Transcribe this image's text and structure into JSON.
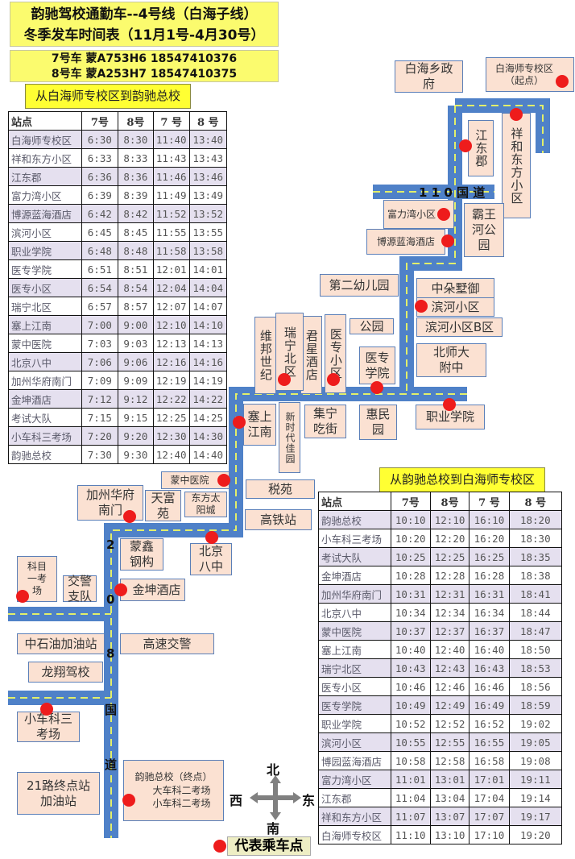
{
  "header": {
    "title_line1": "韵驰驾校通勤车--4号线（白海子线）",
    "title_line2": "冬季发车时间表（11月1号-4月30号）",
    "bus7": "7号车 蒙A753H6  18547410376",
    "bus8": "8号车 蒙A253H7  18547410375"
  },
  "outbound": {
    "label": "从白海师专校区到韵驰总校",
    "headers": [
      "站点",
      "7号",
      "8号",
      "7 号",
      "8 号"
    ],
    "rows": [
      [
        "白海师专校区",
        "6:30",
        "8:30",
        "11:40",
        "13:40"
      ],
      [
        "祥和东方小区",
        "6:33",
        "8:33",
        "11:43",
        "13:43"
      ],
      [
        "江东郡",
        "6:36",
        "8:36",
        "11:46",
        "13:46"
      ],
      [
        "富力湾小区",
        "6:39",
        "8:39",
        "11:49",
        "13:49"
      ],
      [
        "博源蓝海酒店",
        "6:42",
        "8:42",
        "11:52",
        "13:52"
      ],
      [
        "滨河小区",
        "6:45",
        "8:45",
        "11:55",
        "13:55"
      ],
      [
        "职业学院",
        "6:48",
        "8:48",
        "11:58",
        "13:58"
      ],
      [
        "医专学院",
        "6:51",
        "8:51",
        "12:01",
        "14:01"
      ],
      [
        "医专小区",
        "6:54",
        "8:54",
        "12:04",
        "14:04"
      ],
      [
        "瑞宁北区",
        "6:57",
        "8:57",
        "12:07",
        "14:07"
      ],
      [
        "塞上江南",
        "7:00",
        "9:00",
        "12:10",
        "14:10"
      ],
      [
        "蒙中医院",
        "7:03",
        "9:03",
        "12:13",
        "14:13"
      ],
      [
        "北京八中",
        "7:06",
        "9:06",
        "12:16",
        "14:16"
      ],
      [
        "加州华府南门",
        "7:09",
        "9:09",
        "12:19",
        "14:19"
      ],
      [
        "金坤酒店",
        "7:12",
        "9:12",
        "12:22",
        "14:22"
      ],
      [
        "考试大队",
        "7:15",
        "9:15",
        "12:25",
        "14:25"
      ],
      [
        "小车科三考场",
        "7:20",
        "9:20",
        "12:30",
        "14:30"
      ],
      [
        "韵驰总校",
        "7:30",
        "9:30",
        "12:40",
        "14:40"
      ]
    ]
  },
  "inbound": {
    "label": "从韵驰总校到白海师专校区",
    "headers": [
      "站点",
      "7号",
      "8号",
      "7 号",
      "8 号"
    ],
    "rows": [
      [
        "韵驰总校",
        "10:10",
        "12:10",
        "16:10",
        "18:20"
      ],
      [
        "小车科三考场",
        "10:20",
        "12:20",
        "16:20",
        "18:30"
      ],
      [
        "考试大队",
        "10:25",
        "12:25",
        "16:25",
        "18:35"
      ],
      [
        "金坤酒店",
        "10:28",
        "12:28",
        "16:28",
        "18:38"
      ],
      [
        "加州华府南门",
        "10:31",
        "12:31",
        "16:31",
        "18:41"
      ],
      [
        "北京八中",
        "10:34",
        "12:34",
        "16:34",
        "18:44"
      ],
      [
        "蒙中医院",
        "10:37",
        "12:37",
        "16:37",
        "18:47"
      ],
      [
        "塞上江南",
        "10:40",
        "12:40",
        "16:40",
        "18:50"
      ],
      [
        "瑞宁北区",
        "10:43",
        "12:43",
        "16:43",
        "18:53"
      ],
      [
        "医专小区",
        "10:46",
        "12:46",
        "16:46",
        "18:56"
      ],
      [
        "医专学院",
        "10:49",
        "12:49",
        "16:49",
        "18:59"
      ],
      [
        "职业学院",
        "10:52",
        "12:52",
        "16:52",
        "19:02"
      ],
      [
        "滨河小区",
        "10:55",
        "12:55",
        "16:55",
        "19:05"
      ],
      [
        "博园蓝海酒店",
        "10:58",
        "12:58",
        "16:58",
        "19:08"
      ],
      [
        "富力湾小区",
        "11:01",
        "13:01",
        "17:01",
        "19:11"
      ],
      [
        "江东郡",
        "11:04",
        "13:04",
        "17:04",
        "19:14"
      ],
      [
        "祥和东方小区",
        "11:07",
        "13:07",
        "17:07",
        "19:17"
      ],
      [
        "白海师专校区",
        "11:10",
        "13:10",
        "17:10",
        "19:20"
      ]
    ]
  },
  "map": {
    "road_110": "1 1 0  国 道",
    "road_208": [
      "2",
      "0",
      "8",
      "国",
      "道"
    ],
    "labels": {
      "baihai_gov": "白海乡政府",
      "start": "白海师专校区\n（起点）",
      "jiangdongjun": "江东郡",
      "xianghe": "祥和东方小区",
      "fuliwan": "富力湾小区",
      "boyuan": "博源蓝海酒店",
      "bawanghe": "霸王河公园",
      "kindergarten": "第二幼儿园",
      "zhongduo": "中朵墅御",
      "binhe": "滨河小区",
      "binhe_b": "滨河小区B区",
      "bsd_fuzhong": "北师大附中",
      "park": "公园",
      "yizhuan_xueyuan": "医专学院",
      "yizhuan_xiaoqu": "医专小区",
      "junxing": "君星酒店",
      "ruining": "瑞宁北区",
      "weibang": "维邦世纪",
      "zhiye": "职业学院",
      "huimin": "惠民园",
      "jining": "集宁吃街",
      "xinshidai": "新时代佳园",
      "saishang": "塞上江南",
      "shuiyuan": "税苑",
      "gaotie": "高铁站",
      "mengzhong": "蒙中医院",
      "dongfang_sun": "东方太阳城",
      "tianfu": "天富苑",
      "jiazhou": "加州华府南门",
      "mengxin": "蒙鑫钢构",
      "beijing8": "北京八中",
      "kemu1": "科目一考场",
      "jiaojing": "交警支队",
      "jinkun": "金坤酒店",
      "sinopec": "中石油加油站",
      "gaosu": "高速交警",
      "longxiang": "龙翔驾校",
      "kemu3": "小车科三考场",
      "route21": "21路终点站\n加油站",
      "end_title": "韵驰总校（终点）",
      "end_l2": "大车科二考场",
      "end_l3": "小车科二考场"
    },
    "compass": {
      "north": "北",
      "south": "南",
      "west": "西",
      "east": "东"
    },
    "legend": "代表乘车点",
    "colors": {
      "road": "#4f81c8",
      "center_line": "#e2ef6a",
      "stop": "#ee1c1c",
      "box": "#fbe1d2"
    }
  }
}
